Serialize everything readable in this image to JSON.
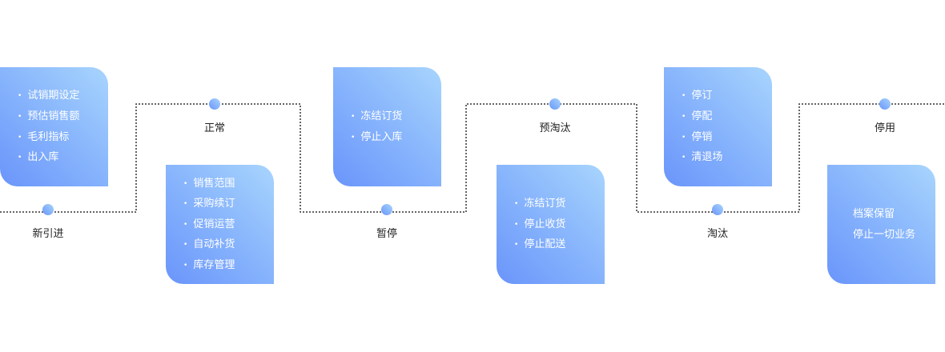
{
  "stages": [
    {
      "name": "新引进",
      "items": [
        "试销期设定",
        "预估销售额",
        "毛利指标",
        "出入库"
      ]
    },
    {
      "name": "正常",
      "items": [
        "销售范围",
        "采购续订",
        "促销运营",
        "自动补货",
        "库存管理"
      ]
    },
    {
      "name": "暂停",
      "items": [
        "冻结订货",
        "停止入库"
      ]
    },
    {
      "name": "预淘汰",
      "items": [
        "冻结订货",
        "停止收货",
        "停止配送"
      ]
    },
    {
      "name": "淘汰",
      "items": [
        "停订",
        "停配",
        "停销",
        "清退场"
      ]
    },
    {
      "name": "停用",
      "items": [
        "档案保留",
        "停止一切业务"
      ]
    }
  ],
  "colors": {
    "gradient_light": "#a8d5fd",
    "gradient_dark": "#6a95fb",
    "line": "#333333"
  }
}
